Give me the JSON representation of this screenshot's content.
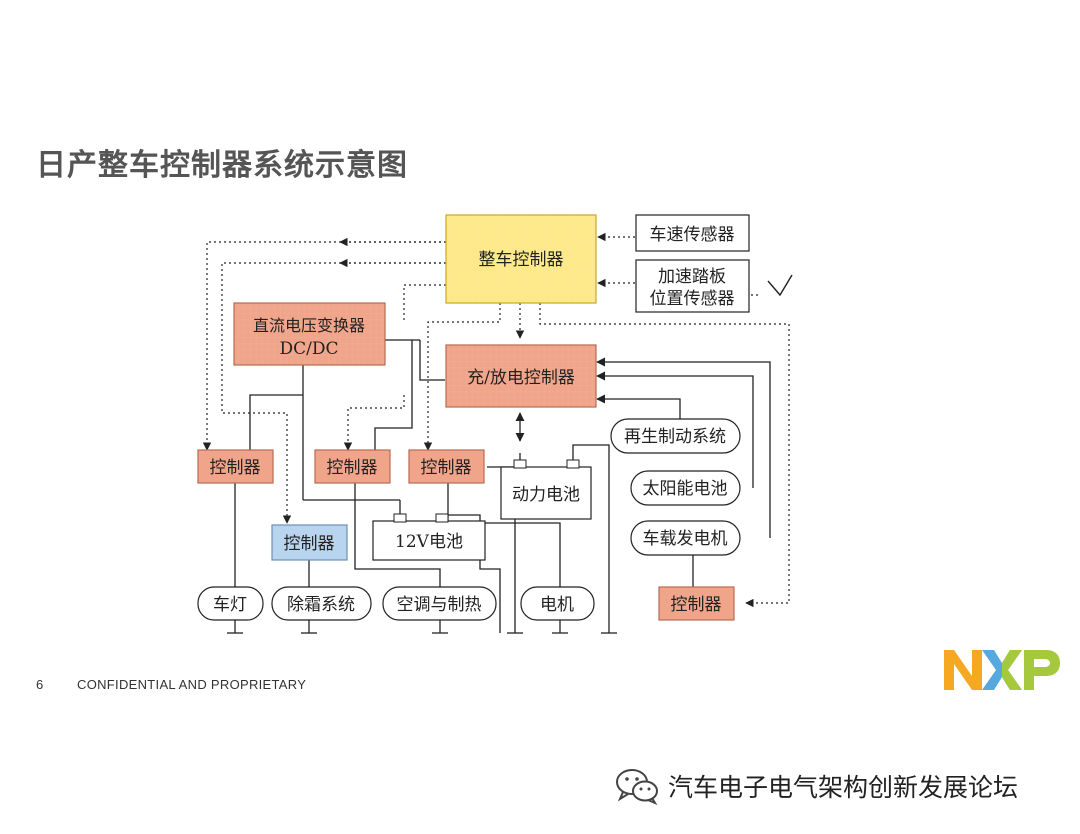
{
  "slide": {
    "title": "日产整车控制器系统示意图",
    "page_number": "6",
    "confidential": "CONFIDENTIAL AND PROPRIETARY",
    "logo_text": "NXP",
    "watermark": "汽车电子电气架构创新发展论坛"
  },
  "diagram": {
    "vcu": "整车控制器",
    "speed_sensor": "车速传感器",
    "pedal_sensor_line1": "加速踏板",
    "pedal_sensor_line2": "位置传感器",
    "dcdc_line1": "直流电压变换器",
    "dcdc_line2": "DC/DC",
    "charge_ctrl": "充/放电控制器",
    "ctrl_1": "控制器",
    "ctrl_2": "控制器",
    "ctrl_3": "控制器",
    "ctrl_blue": "控制器",
    "ctrl_bottom": "控制器",
    "regen": "再生制动系统",
    "solar": "太阳能电池",
    "generator": "车载发电机",
    "power_battery": "动力电池",
    "battery_12v": "12V电池",
    "lights": "车灯",
    "defrost": "除霜系统",
    "ac": "空调与制热",
    "motor": "电机"
  },
  "colors": {
    "vcu_fill": "#fde98a",
    "vcu_stroke": "#c8a820",
    "salmon_fill": "#f0a58a",
    "salmon_stroke": "#b86a50",
    "blue_fill": "#b9d4ee",
    "blue_stroke": "#6d8fb3",
    "logo_orange": "#f7a823",
    "logo_green": "#a6c83d",
    "logo_blue": "#56a8de"
  }
}
